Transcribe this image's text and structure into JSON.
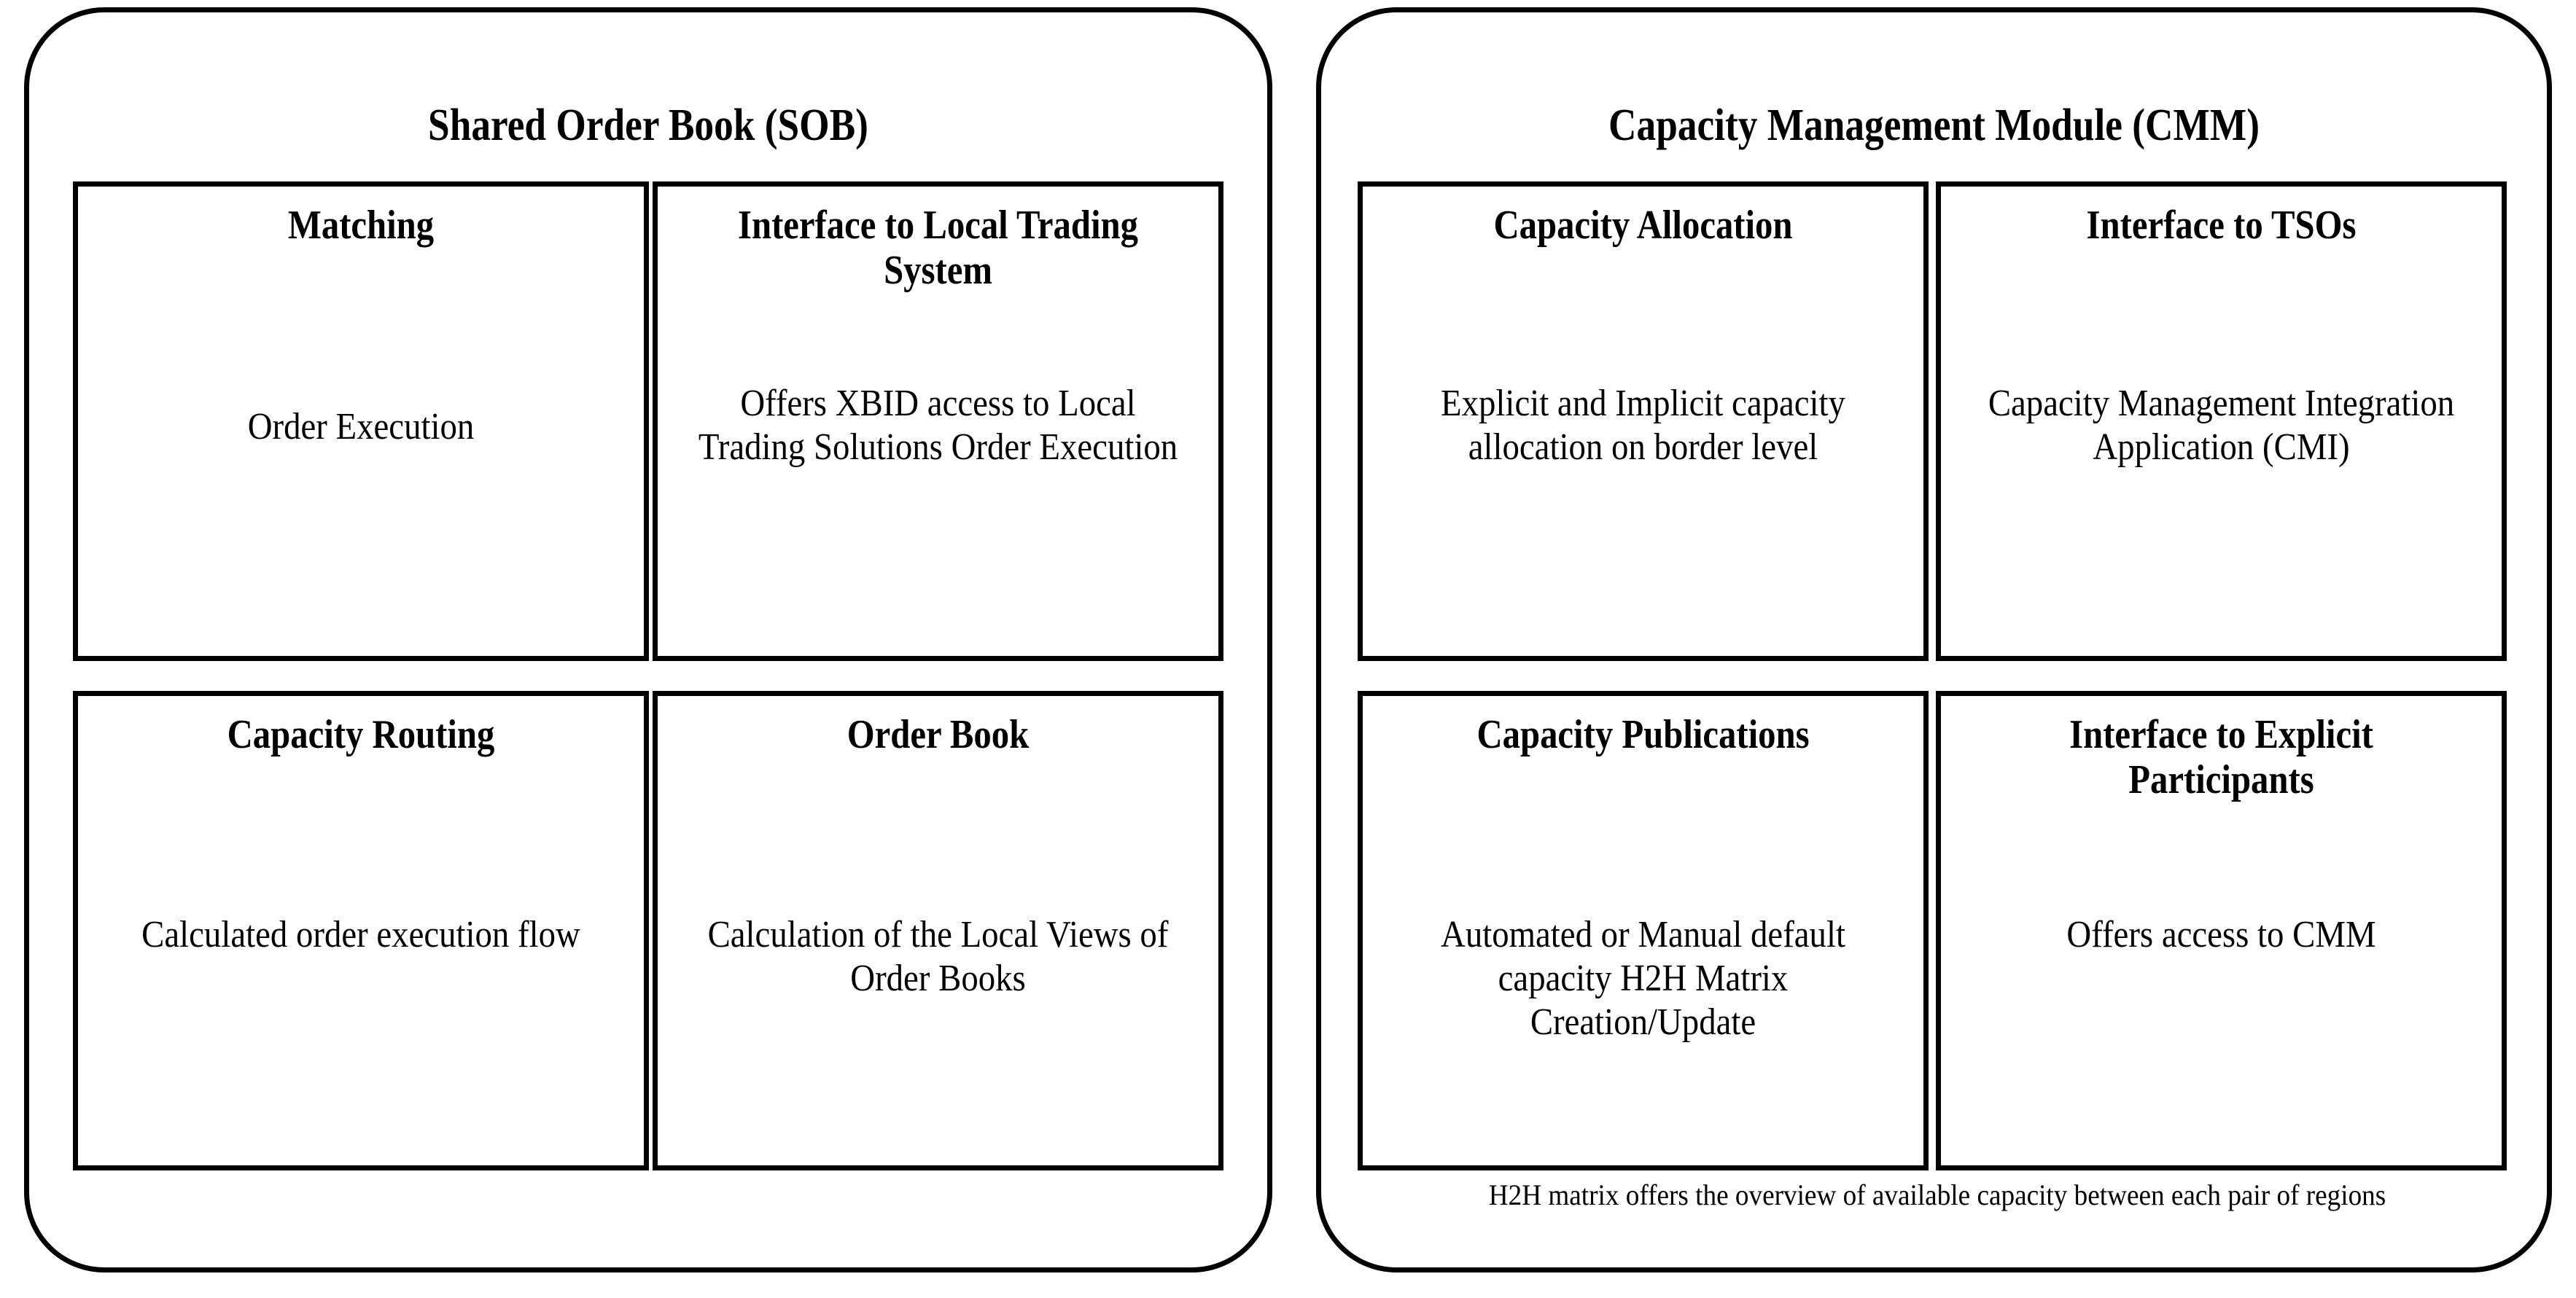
{
  "diagram": {
    "type": "block-diagram",
    "background_color": "#ffffff",
    "line_color": "#000000"
  },
  "panels": [
    {
      "id": "sob",
      "title": "Shared Order Book (SOB)",
      "cells": [
        {
          "id": "matching",
          "header": "Matching",
          "body": "Order Execution"
        },
        {
          "id": "interface-to-local-trading-system",
          "header": "Interface to Local Trading System",
          "body": "Offers XBID access to Local Trading Solutions Order Execution"
        },
        {
          "id": "capacity-routing",
          "header": "Capacity Routing",
          "body": "Calculated order execution flow"
        },
        {
          "id": "order-book",
          "header": "Order Book",
          "body": "Calculation of the Local Views of Order Books"
        }
      ]
    },
    {
      "id": "cmm",
      "title": "Capacity Management Module (CMM)",
      "footnote": "H2H matrix offers the overview of available  capacity between each pair of regions",
      "cells": [
        {
          "id": "capacity-allocation",
          "header": "Capacity Allocation",
          "body": "Explicit and Implicit capacity allocation on border level"
        },
        {
          "id": "interface-to-tsos",
          "header": "Interface to TSOs",
          "body": "Capacity Management Integration Application (CMI)"
        },
        {
          "id": "capacity-publications",
          "header": "Capacity Publications",
          "body": "Automated or Manual default capacity H2H Matrix Creation/Update"
        },
        {
          "id": "interface-to-explicit-participants",
          "header": "Interface to Explicit Participants",
          "body": "Offers access to CMM"
        }
      ]
    }
  ]
}
